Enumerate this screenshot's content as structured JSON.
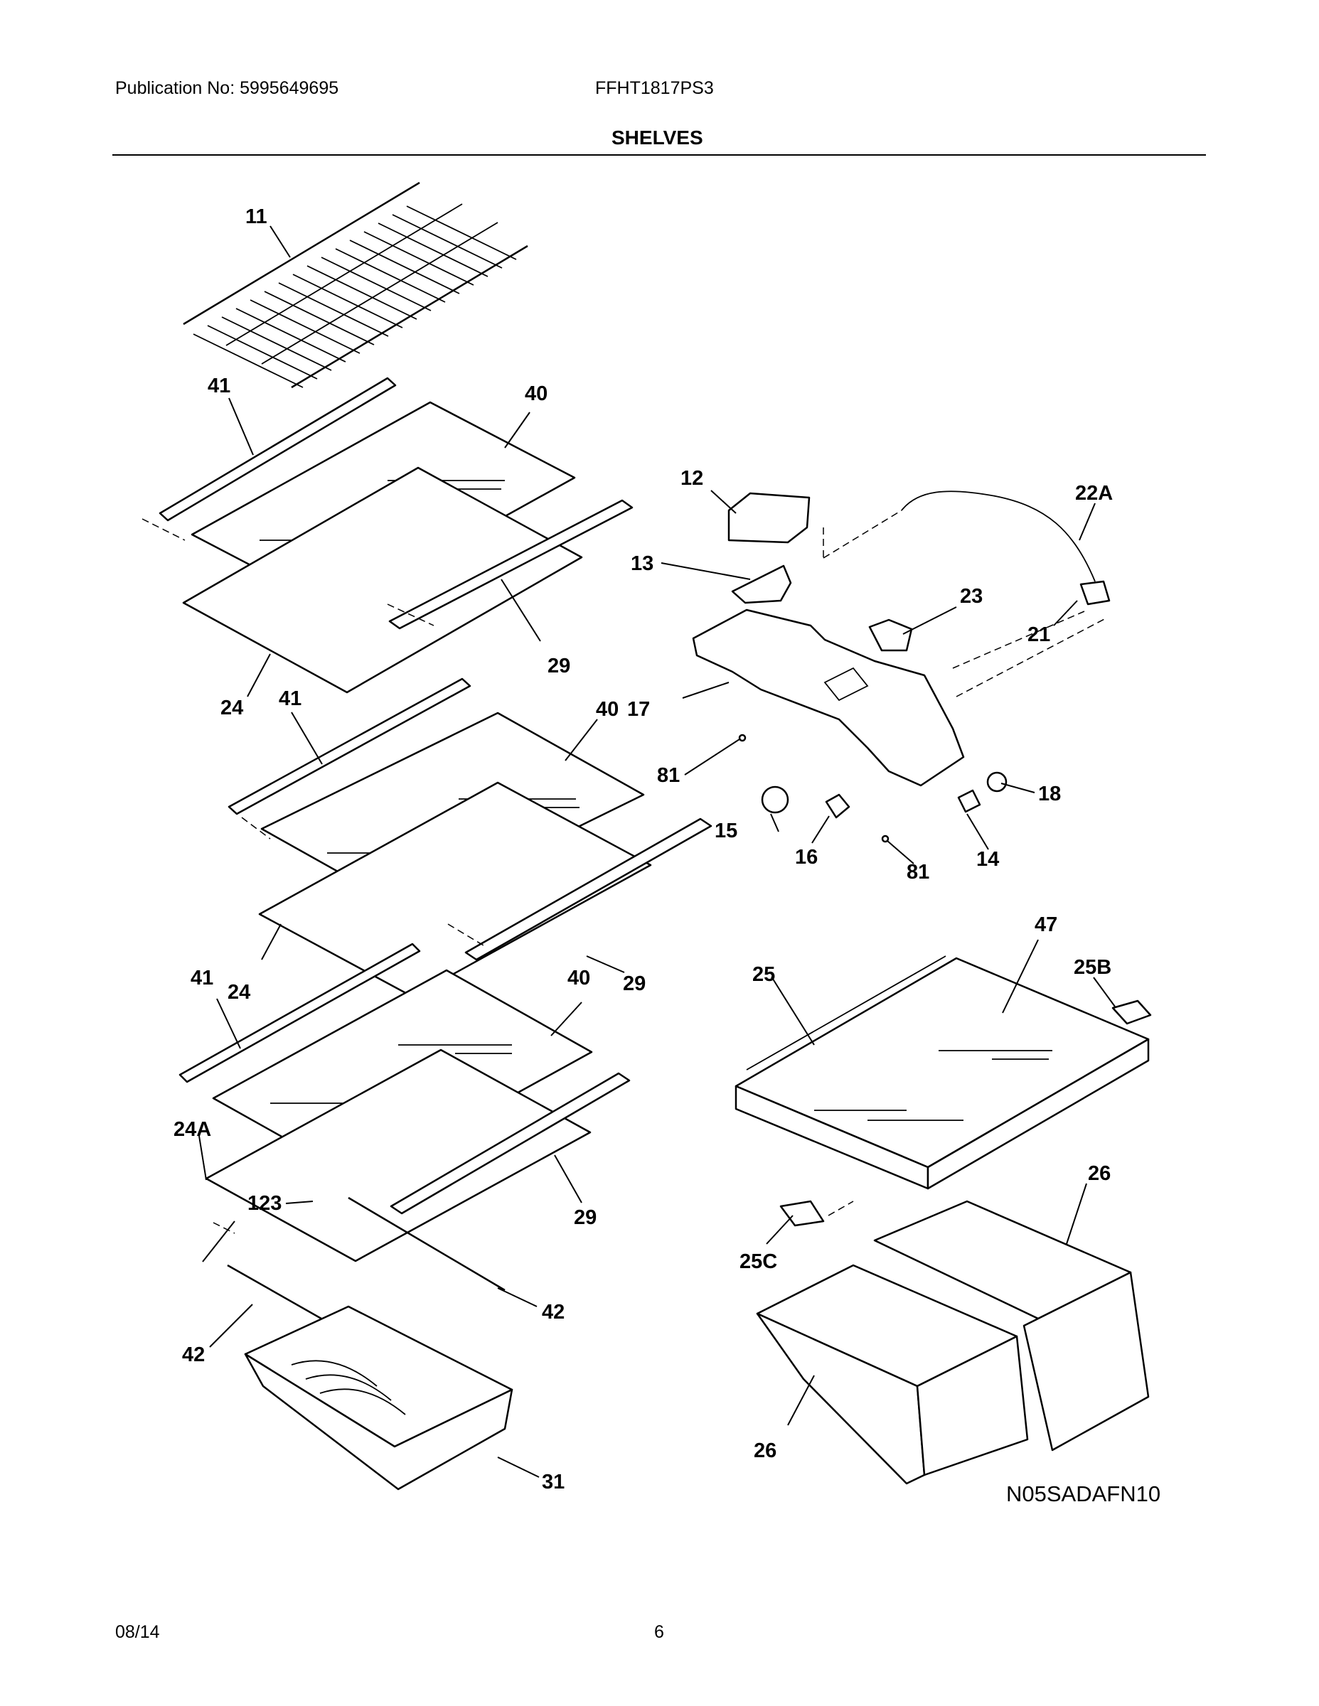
{
  "header": {
    "publication": "Publication No: 5995649695",
    "model": "FFHT1817PS3",
    "section_title": "SHELVES"
  },
  "diagram": {
    "code": "N05SADAFN10",
    "callouts": [
      "11",
      "41",
      "40",
      "12",
      "22A",
      "13",
      "23",
      "21",
      "29",
      "24",
      "41",
      "40",
      "17",
      "81",
      "18",
      "15",
      "16",
      "81",
      "14",
      "47",
      "41",
      "24",
      "40",
      "29",
      "25",
      "25B",
      "24A",
      "123",
      "29",
      "25C",
      "26",
      "42",
      "42",
      "26",
      "31"
    ]
  },
  "footer": {
    "date": "08/14",
    "page": "6"
  }
}
